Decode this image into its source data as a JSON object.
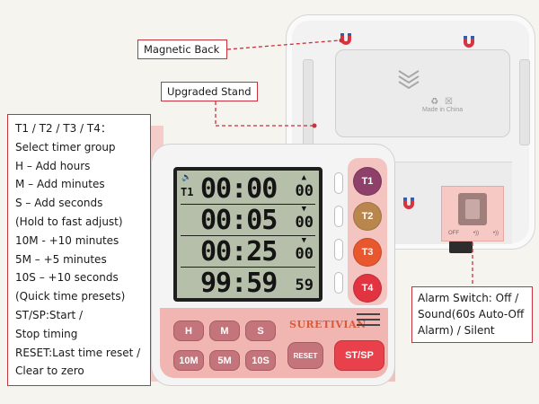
{
  "callouts": {
    "magnetic_back": "Magnetic Back",
    "upgraded_stand": "Upgraded Stand",
    "alarm_switch": "Alarm Switch: Off / Sound(60s Auto-Off Alarm) / Silent"
  },
  "legend": {
    "lines": [
      "T1 / T2 / T3 / T4：",
      "Select timer group",
      "H – Add hours",
      "M – Add minutes",
      "S – Add seconds",
      "(Hold to fast adjust)",
      "10M - +10 minutes",
      "5M – +5 minutes",
      "10S – +10 seconds",
      "(Quick time presets)",
      "ST/SP:Start /",
      "Stop timing",
      "RESET:Last time reset /",
      "Clear to zero"
    ]
  },
  "back_device": {
    "made_in": "Made in China",
    "switch_labels": [
      "OFF",
      "•))",
      "•))"
    ]
  },
  "display": {
    "rows": [
      {
        "tag": "T1",
        "time": "00:00",
        "seconds": "00"
      },
      {
        "tag": "",
        "time": "00:05",
        "seconds": "00"
      },
      {
        "tag": "",
        "time": "00:25",
        "seconds": "00"
      },
      {
        "tag": "",
        "time": "99:59",
        "seconds": "59"
      }
    ]
  },
  "timer_buttons": [
    "T1",
    "T2",
    "T3",
    "T4"
  ],
  "timer_button_colors": [
    "#8e3f6a",
    "#b9874e",
    "#e8572e",
    "#e23341"
  ],
  "keypad": {
    "h": "H",
    "m": "M",
    "s": "S",
    "ten_m": "10M",
    "five_m": "5M",
    "ten_s": "10S",
    "reset": "RESET",
    "start_stop": "ST/SP"
  },
  "brand": "SURETIVIAN"
}
